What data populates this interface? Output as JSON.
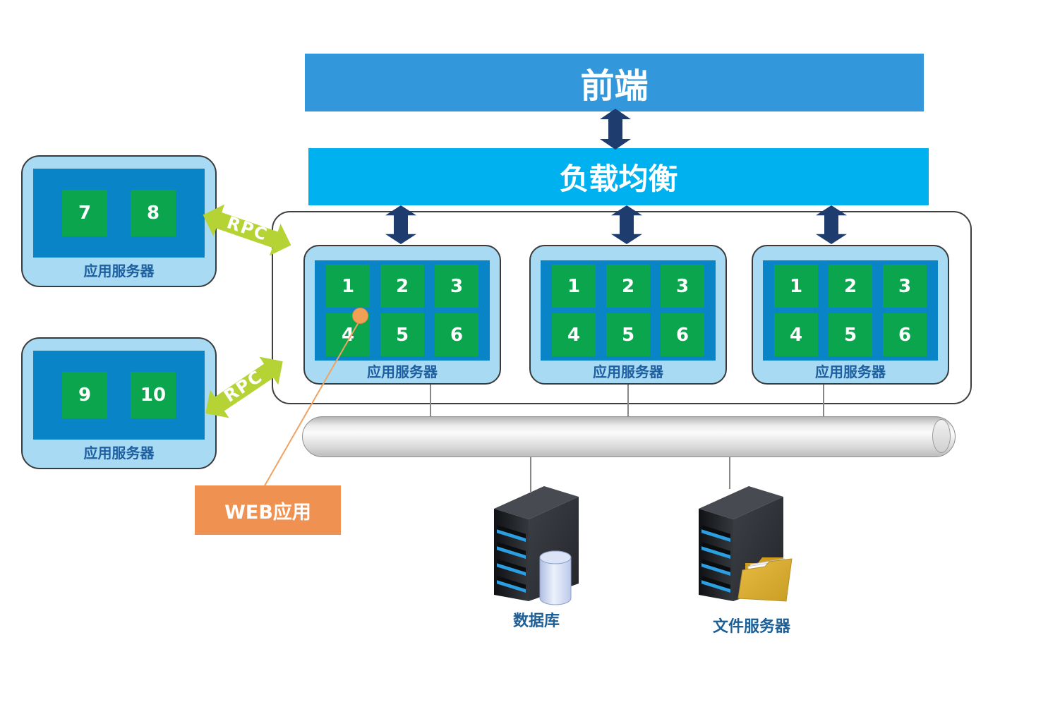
{
  "frontend": {
    "label": "前端"
  },
  "load_balancer": {
    "label": "负载均衡"
  },
  "cluster": {
    "servers": [
      {
        "label": "应用服务器",
        "slots": [
          "1",
          "2",
          "3",
          "4",
          "5",
          "6"
        ]
      },
      {
        "label": "应用服务器",
        "slots": [
          "1",
          "2",
          "3",
          "4",
          "5",
          "6"
        ]
      },
      {
        "label": "应用服务器",
        "slots": [
          "1",
          "2",
          "3",
          "4",
          "5",
          "6"
        ]
      }
    ]
  },
  "rpc_cluster": {
    "link_label": "RPC",
    "servers": [
      {
        "label": "应用服务器",
        "slots": [
          "7",
          "8"
        ]
      },
      {
        "label": "应用服务器",
        "slots": [
          "9",
          "10"
        ]
      }
    ]
  },
  "callout": {
    "label": "WEB应用"
  },
  "storage": {
    "database": {
      "label": "数据库"
    },
    "file_server": {
      "label": "文件服务器"
    }
  },
  "colors": {
    "frontend_bar": "#3398db",
    "load_balancer_bar": "#00b1f0",
    "arrow_navy": "#1e3c6e",
    "server_box_light": "#a9daf3",
    "server_box_inner": "#0884c7",
    "slot_green": "#0aa54d",
    "rpc_green": "#b5d334",
    "callout_orange": "#ef9150",
    "label_blue": "#1d5fa0"
  }
}
